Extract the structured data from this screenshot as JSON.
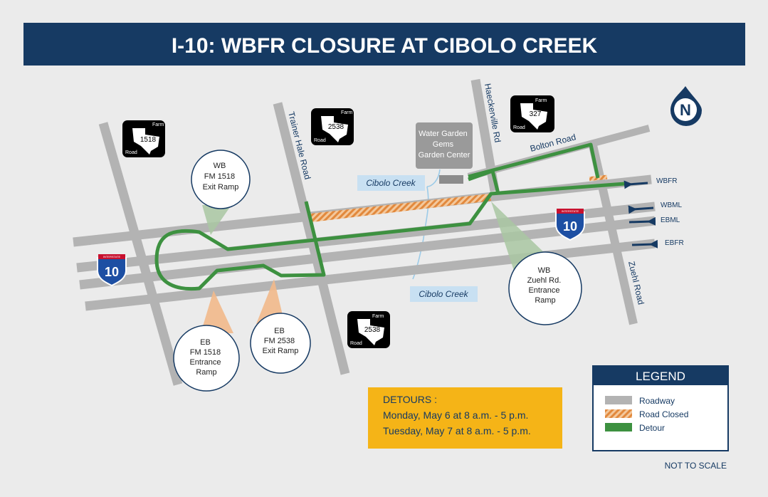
{
  "header": {
    "title": "I-10: WBFR CLOSURE AT CIBOLO CREEK"
  },
  "colors": {
    "background": "#ebebeb",
    "header_bg": "#163a63",
    "roadway": "#b3b3b3",
    "detour": "#3d9140",
    "closed_stripe": "#e2893d",
    "creek": "#9ccbe8",
    "creek_label_bg": "#c8e0f2",
    "callout_wb": "#a9c7a2",
    "callout_eb": "#f2b98b",
    "detour_box": "#f5b417",
    "navy": "#163a63"
  },
  "roads": {
    "trainer_hale": "Trainer Hale Road",
    "haeckerville": "Haeckerville Rd",
    "bolton": "Bolton Road",
    "zuehl": "Zuehl Road"
  },
  "lanes": {
    "wbfr": "WBFR",
    "wbml": "WBML",
    "ebml": "EBML",
    "ebfr": "EBFR"
  },
  "interstate": {
    "top_text": "INTERSTATE",
    "number": "10"
  },
  "fm_shields": [
    {
      "number": "1518",
      "top": "Farm",
      "bottom": "Road"
    },
    {
      "number": "2538",
      "top": "Farm",
      "bottom": "Road"
    },
    {
      "number": "327",
      "top": "Farm",
      "bottom": "Road"
    },
    {
      "number": "2538",
      "top": "Farm",
      "bottom": "Road"
    }
  ],
  "creek_labels": [
    "Cibolo Creek",
    "Cibolo Creek"
  ],
  "business": [
    "Water Garden",
    "Gems",
    "Garden Center"
  ],
  "callouts": {
    "wb_fm1518": [
      "WB",
      "FM 1518",
      "Exit Ramp"
    ],
    "eb_fm1518": [
      "EB",
      "FM 1518",
      "Entrance",
      "Ramp"
    ],
    "eb_fm2538": [
      "EB",
      "FM 2538",
      "Exit Ramp"
    ],
    "wb_zuehl": [
      "WB",
      "Zuehl Rd.",
      "Entrance",
      "Ramp"
    ]
  },
  "north": "N",
  "detours": {
    "title": "DETOURS :",
    "lines": [
      "Monday, May 6 at 8 a.m. - 5 p.m.",
      "Tuesday, May 7 at 8 a.m. - 5 p.m."
    ]
  },
  "legend": {
    "title": "LEGEND",
    "items": [
      {
        "label": "Roadway",
        "key": "roadway"
      },
      {
        "label": "Road Closed",
        "key": "closed"
      },
      {
        "label": "Detour",
        "key": "detour"
      }
    ]
  },
  "scale_note": "NOT TO SCALE"
}
